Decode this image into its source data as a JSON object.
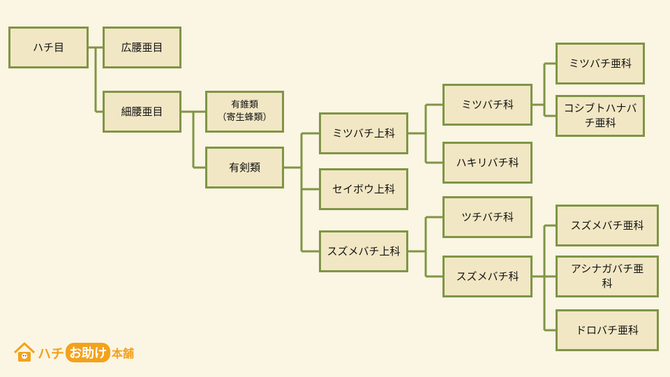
{
  "colors": {
    "background": "#fbf5e4",
    "box_fill": "#f2e7c4",
    "border": "#7f9545",
    "logo": "#f3a21b"
  },
  "nodes": {
    "hachi_moku": "ハチ目",
    "kouyou_amoku": "広腰亜目",
    "saiyou_amoku": "細腰亜目",
    "yuusui_rui_1": "有錐類",
    "yuusui_rui_2": "（寄生蜂類）",
    "yuuken_rui": "有剣類",
    "mitsubachi_joka": "ミツバチ上科",
    "seibou_joka": "セイボウ上科",
    "suzumebachi_joka": "スズメバチ上科",
    "mitsubachi_ka": "ミツバチ科",
    "hakiribachi_ka": "ハキリバチ科",
    "tsuchibachi_ka": "ツチバチ科",
    "suzumebachi_ka": "スズメバチ科",
    "mitsubachi_aka": "ミツバチ亜科",
    "koshibuto_1": "コシブトハナバ",
    "koshibuto_2": "チ亜科",
    "suzumebachi_aka": "スズメバチ亜科",
    "ashinaga_1": "アシナガバチ亜",
    "ashinaga_2": "科",
    "dorobachi_aka": "ドロバチ亜科"
  },
  "logo": {
    "part1": "ハチ",
    "part2": "お助け",
    "part3": "本舗",
    "icon": "house-bee-icon"
  }
}
